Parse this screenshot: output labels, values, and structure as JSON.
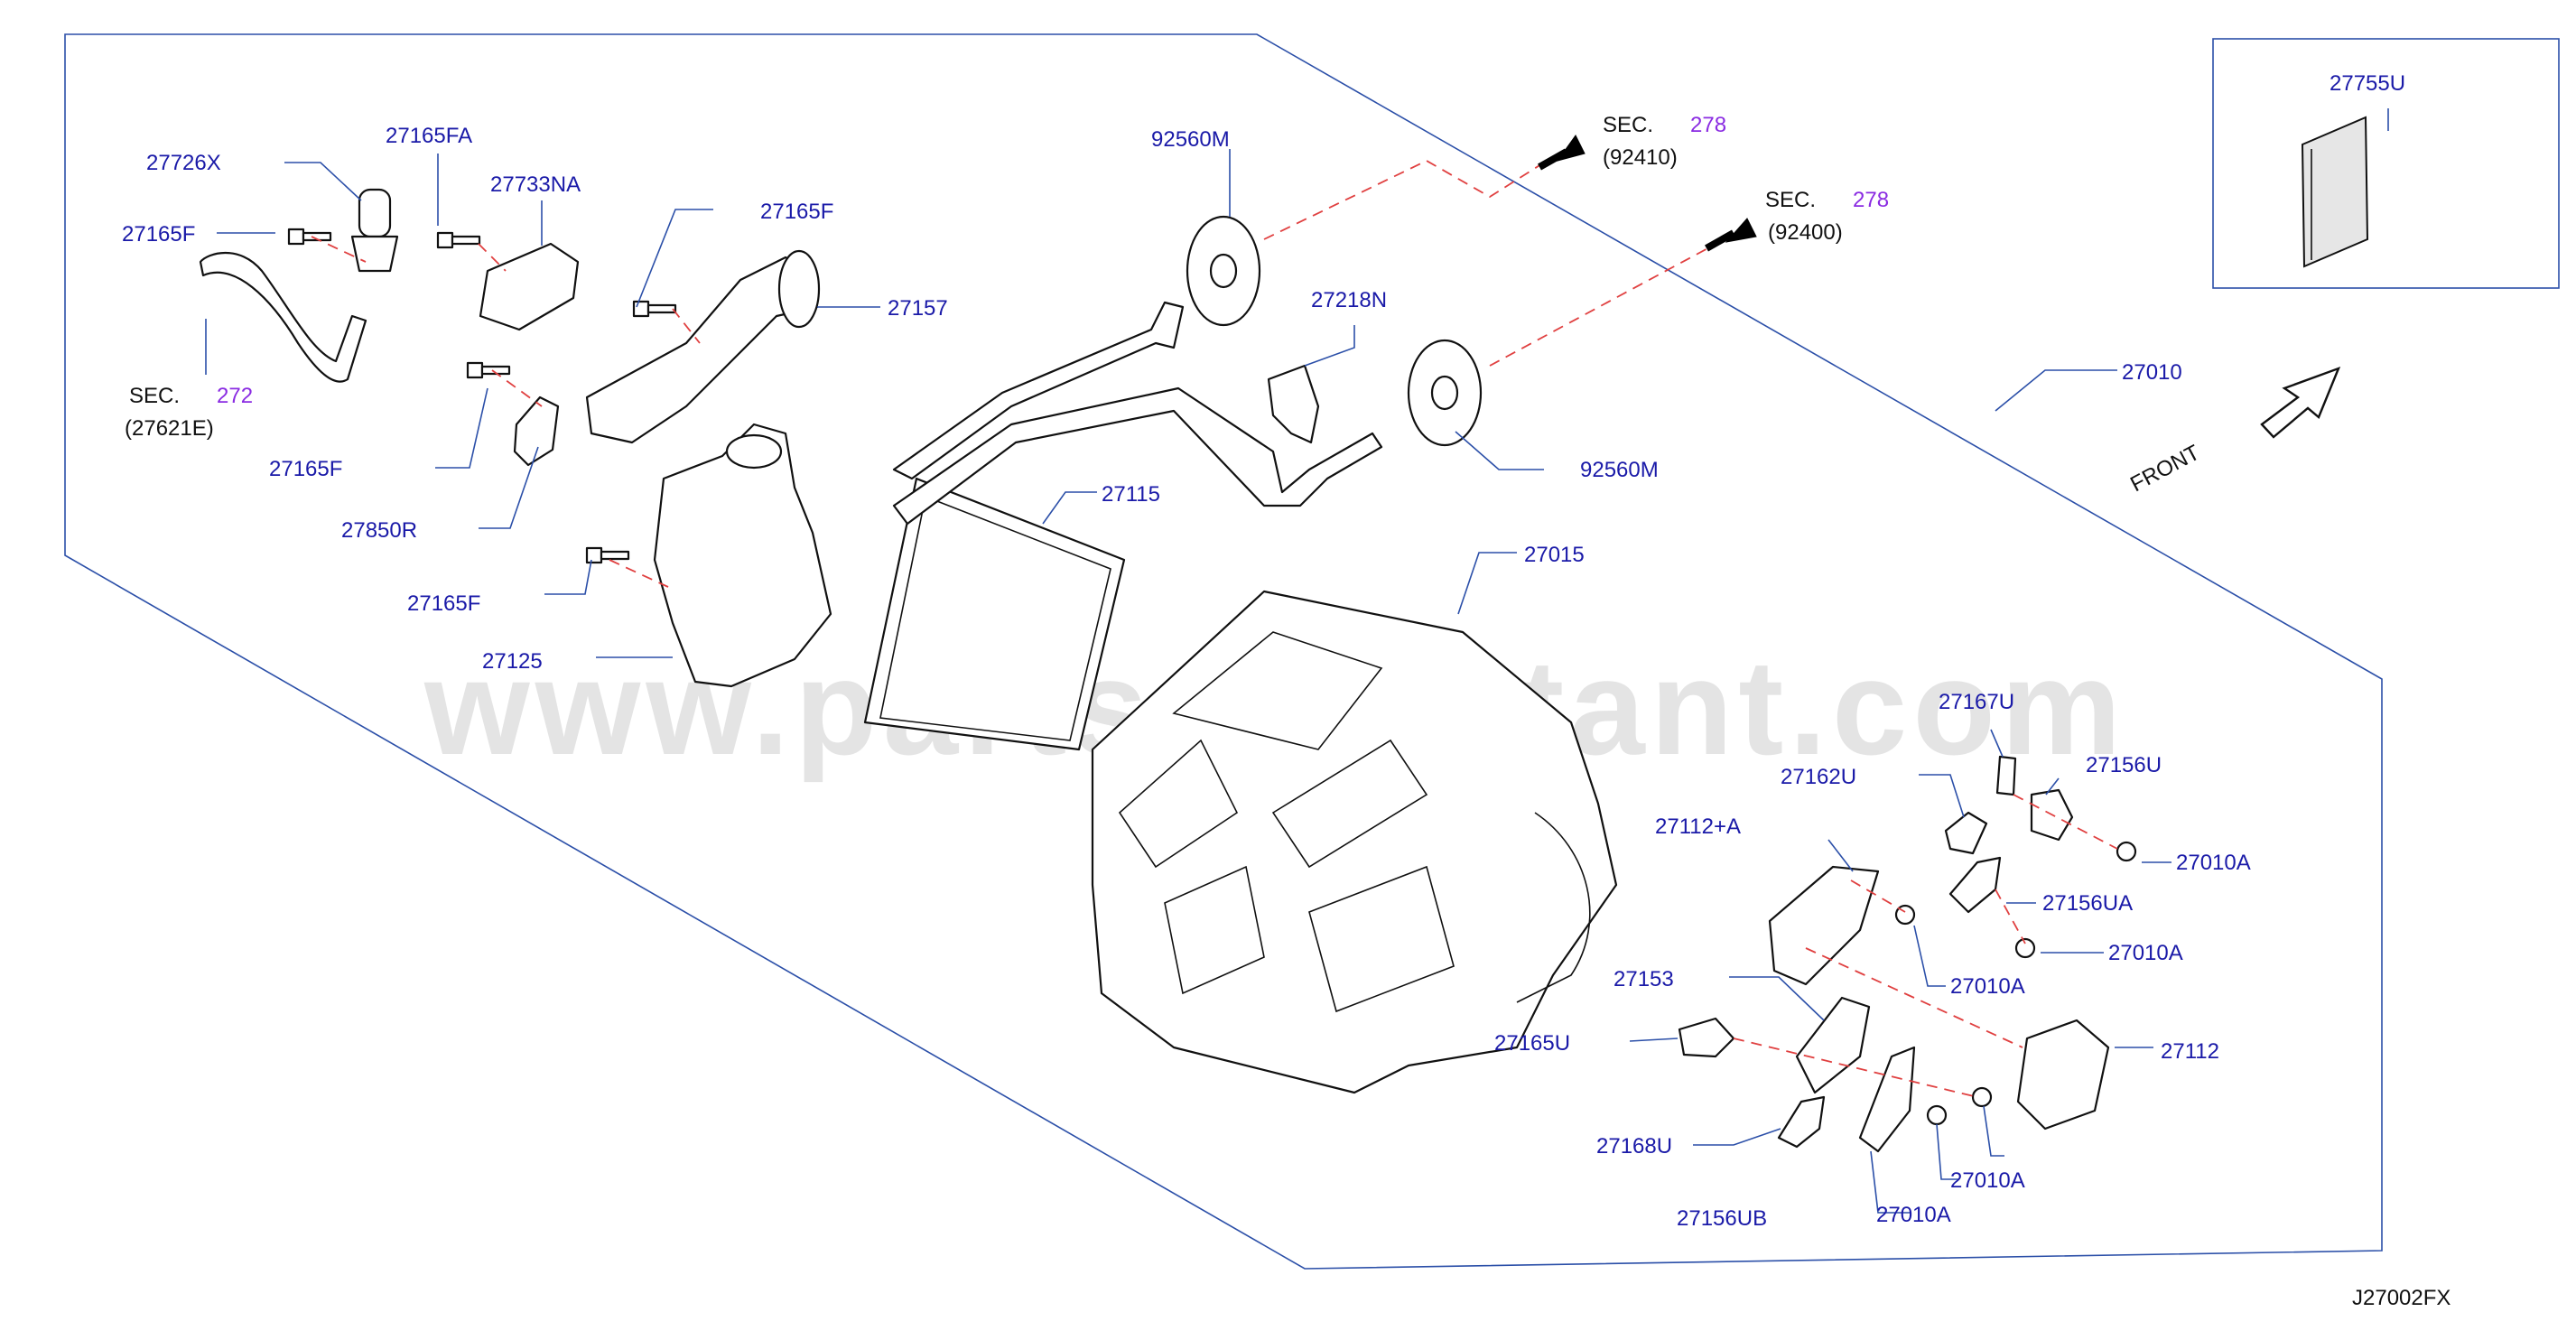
{
  "diagram": {
    "code": "J27002FX",
    "watermark": "www.partsassistant.com",
    "front_label": "FRONT",
    "sec_prefix": "SEC.",
    "callouts": {
      "c27726x": "27726X",
      "c27165fa": "27165FA",
      "c27733na": "27733NA",
      "c27165f_a": "27165F",
      "c27165f_b": "27165F",
      "c27165f_c": "27165F",
      "c27165f_d": "27165F",
      "c27157": "27157",
      "c27850r": "27850R",
      "c27125": "27125",
      "c92560m_top": "92560M",
      "c92560m_bot": "92560M",
      "c27218n": "27218N",
      "c27115": "27115",
      "c27015": "27015",
      "c27010": "27010",
      "c27755u": "27755U",
      "c27167u": "27167U",
      "c27156u": "27156U",
      "c27162u": "27162U",
      "c27112a": "27112+A",
      "c27010a_1": "27010A",
      "c27156ua": "27156UA",
      "c27010a_2": "27010A",
      "c27010a_3": "27010A",
      "c27153": "27153",
      "c27112": "27112",
      "c27165u": "27165U",
      "c27168u": "27168U",
      "c27010a_4": "27010A",
      "c27156ub": "27156UB",
      "c27010a_5": "27010A"
    },
    "sections": {
      "sec272_num": "272",
      "sec272_ref": "(27621E)",
      "sec278a_num": "278",
      "sec278a_ref": "(92410)",
      "sec278b_num": "278",
      "sec278b_ref": "(92400)"
    }
  }
}
